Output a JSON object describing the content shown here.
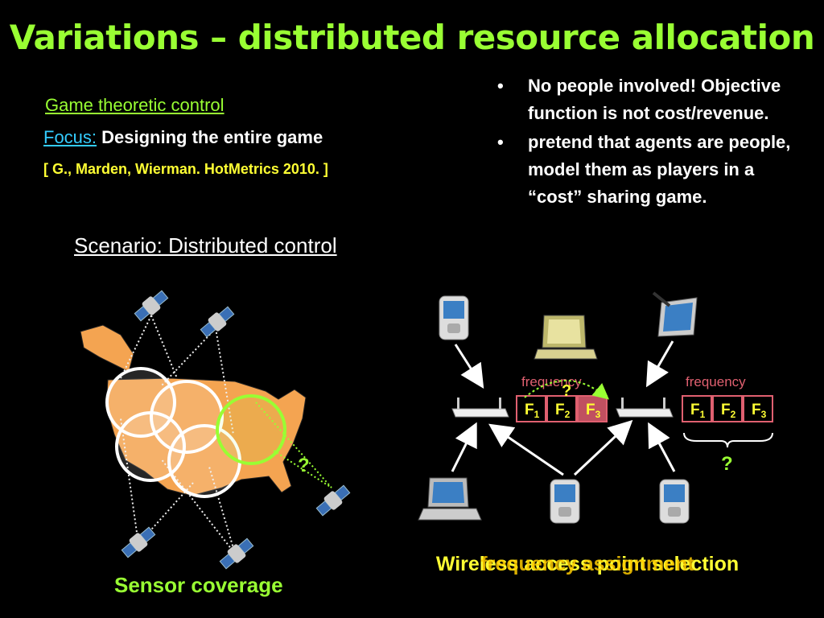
{
  "title": "Variations – distributed resource allocation",
  "left": {
    "game_control": "Game theoretic control",
    "focus_label": "Focus:",
    "focus_text": " Designing  the entire game",
    "citation": "[ G., Marden, Wierman. HotMetrics 2010. ]",
    "scenario": "Scenario: Distributed control"
  },
  "bullets": [
    "No people involved! Objective function is not cost/revenue.",
    "pretend that agents are people, model them as players in a “cost” sharing game."
  ],
  "sensor": {
    "label": "Sensor coverage",
    "question": "?"
  },
  "wireless": {
    "frequency_label": "frequency",
    "channels": [
      "F",
      "F",
      "F"
    ],
    "channel_subscripts": [
      "1",
      "2",
      "3"
    ],
    "question": "?",
    "label_access": "Wireless access point selection",
    "label_frequency": "frequency assignment"
  },
  "colors": {
    "accent_green": "#99ff33",
    "link_blue": "#33ccff",
    "citation_yellow": "#ffff33",
    "map_orange": "#f4a451",
    "frequency_pink": "#e06070"
  }
}
